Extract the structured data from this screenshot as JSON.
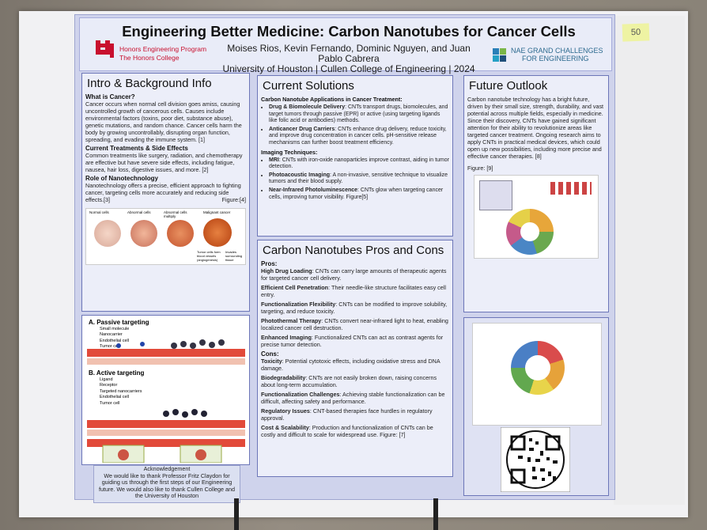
{
  "header": {
    "title": "Engineering Better Medicine: Carbon Nanotubes for Cancer Cells",
    "authors": "Moises Rios, Kevin Fernando, Dominic Nguyen, and Juan Pablo Cabrera",
    "affiliation": "University of Houston | Cullen College of Engineering | 2024",
    "uh_program": "Honors Engineering Program",
    "uh_college": "The Honors College",
    "nae_line1": "NAE GRAND CHALLENGES",
    "nae_line2": "FOR ENGINEERING"
  },
  "sticky_note": "50",
  "intro": {
    "heading": "Intro & Background Info",
    "q1": "What is Cancer?",
    "p1": "Cancer occurs when normal cell division goes amiss, causing uncontrolled growth of cancerous cells. Causes include environmental factors (toxins, poor diet, substance abuse), genetic mutations, and random chance. Cancer cells harm the body by growing uncontrollably, disrupting organ function, spreading, and evading the immune system. [1]",
    "q2": "Current Treatments & Side Effects",
    "p2": "Common treatments like surgery, radiation, and chemotherapy are effective but have severe side effects, including fatigue, nausea, hair loss, digestive issues, and more. [2]",
    "q3": "Role of Nanotechnology",
    "p3": "Nanotechnology offers a precise, efficient approach to fighting cancer, targeting cells more accurately and reducing side effects.[3]",
    "fig": "Figure:[4]",
    "cell_labels": [
      "Normal cells",
      "Abnormal cells",
      "Abnormal cells multiply",
      "Malignant cancer"
    ],
    "cell_sub": [
      "Tumor cells form blood vessels (angiogenesis)",
      "Invades surrounding tissue"
    ]
  },
  "targeting": {
    "a_title": "A. Passive targeting",
    "a_legend": [
      "Small molecule",
      "Nanocarrier",
      "Endothelial cell",
      "Tumor cell"
    ],
    "b_title": "B. Active targeting",
    "b_legend": [
      "Ligand",
      "Receptor",
      "Targeted nanocarriers",
      "Endothelial cell",
      "Tumor cell"
    ]
  },
  "ack": {
    "title": "Acknowledgement",
    "text": "We would like to thank Professor Fritz Claydon for guiding us through the first steps of our Engineering future. We would also like to thank Cullen College and the University of Houston"
  },
  "current": {
    "heading": "Current Solutions",
    "sub1": "Carbon Nanotube Applications in Cancer Treatment:",
    "items1": [
      {
        "b": "Drug & Biomolecule Delivery",
        "t": ": CNTs transport drugs, biomolecules, and target tumors through passive (EPR) or active (using targeting ligands like folic acid or antibodies) methods."
      },
      {
        "b": "Anticancer Drug Carriers",
        "t": ": CNTs enhance drug delivery, reduce toxicity, and improve drug concentration in cancer cells. pH-sensitive release mechanisms can further boost treatment efficiency."
      }
    ],
    "sub2": "Imaging Techniques:",
    "items2": [
      {
        "b": "MRI",
        "t": ": CNTs with iron-oxide nanoparticles improve contrast, aiding in tumor detection."
      },
      {
        "b": "Photoacoustic Imaging",
        "t": ": A non-invasive, sensitive technique to visualize tumors and their blood supply."
      },
      {
        "b": "Near-Infrared Photoluminescence",
        "t": ": CNTs glow when targeting cancer cells, improving tumor visibility. Figure[5]"
      }
    ]
  },
  "pros": {
    "heading": "Carbon Nanotubes Pros and Cons",
    "pros_label": "Pros:",
    "pros": [
      {
        "b": "High Drug Loading",
        "t": ": CNTs can carry large amounts of therapeutic agents for targeted cancer cell delivery."
      },
      {
        "b": "Efficient Cell Penetration",
        "t": ": Their needle-like structure facilitates easy cell entry."
      },
      {
        "b": "Functionalization Flexibility",
        "t": ": CNTs can be modified to improve solubility, targeting, and reduce toxicity."
      },
      {
        "b": "Photothermal Therapy",
        "t": ": CNTs convert near-infrared light to heat, enabling localized cancer cell destruction."
      },
      {
        "b": "Enhanced Imaging",
        "t": ": Functionalized CNTs can act as contrast agents for precise tumor detection."
      }
    ],
    "cons_label": "Cons:",
    "cons": [
      {
        "b": "Toxicity",
        "t": ": Potential cytotoxic effects, including oxidative stress and DNA damage."
      },
      {
        "b": "Biodegradability",
        "t": ": CNTs are not easily broken down, raising concerns about long-term accumulation."
      },
      {
        "b": "Functionalization Challenges",
        "t": ": Achieving stable functionalization can be difficult, affecting safety and performance."
      },
      {
        "b": "Regulatory Issues",
        "t": ": CNT-based therapies face hurdles in regulatory approval."
      },
      {
        "b": "Cost & Scalability",
        "t": ": Production and functionalization of CNTs can be costly and difficult to scale for widespread use."
      }
    ],
    "fig": "Figure: [7]"
  },
  "future": {
    "heading": "Future Outlook",
    "p": "Carbon nanotube technology has a bright future, driven by their small size, strength, durability, and vast potential across multiple fields, especially in medicine. Since their discovery, CNTs have gained significant attention for their ability to revolutionize areas like targeted cancer treatment. Ongoing research aims to apply CNTs in practical medical devices, which could open up new possibilities, including more precise and effective cancer therapies. [8]",
    "fig": "Figure: [9]"
  },
  "colors": {
    "panel_border": "#6c76b8",
    "poster_bg": "#cfd3ec",
    "uh_red": "#c8102e"
  }
}
